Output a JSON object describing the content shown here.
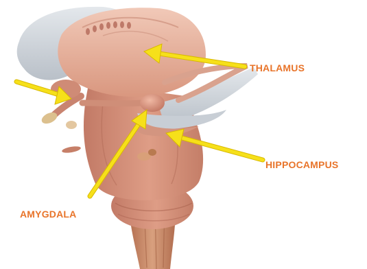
{
  "labels": {
    "thalamus": "THALAMUS",
    "hippocampus": "HIPPOCAMPUS",
    "amygdala": "AMYGDALA"
  },
  "colors": {
    "label_text": "#E8742A",
    "arrow": "#F6E01A",
    "arrow_outline": "#D8B900",
    "tissue_main": "#D99680",
    "tissue_light": "#EDC2B0",
    "tissue_dark": "#B86E5C",
    "membrane": "#CFD4DA",
    "stem": "#C78462"
  },
  "icons": {
    "brain": "limbic-system-illustration",
    "arrow": "yellow-pointer-arrow"
  }
}
